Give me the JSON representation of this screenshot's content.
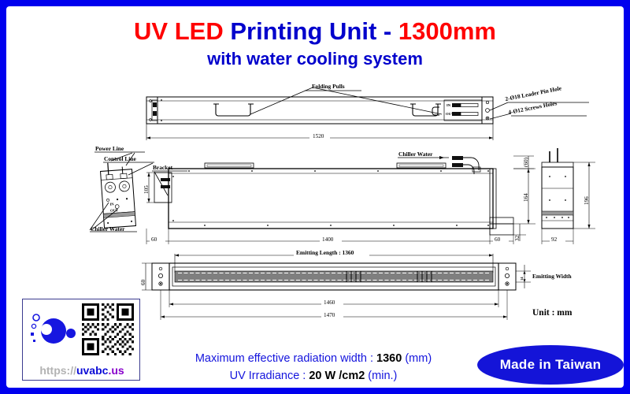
{
  "page": {
    "border_color": "#0000ee",
    "background": "#ffffff"
  },
  "title": {
    "part1": "UV LED ",
    "part2": "Printing Unit - ",
    "part3": "1300mm",
    "subtitle": "with water cooling system",
    "color_red": "#ff0000",
    "color_blue": "#0000cc"
  },
  "drawing": {
    "unit_note": "Unit : mm",
    "top_view": {
      "callout_folding_pulls": "Folding Pulls",
      "callout_leader_pin": "2-Ø18  Leader Pin Hole",
      "callout_screws": "4-Ø12   Screws Holes",
      "dim_length": "1520",
      "port_in": "IN",
      "port_out": "OUT"
    },
    "side_view": {
      "callout_power_line": "Power Line",
      "callout_control_line": "Control Line",
      "callout_bracket": "Bracket",
      "callout_chiller_water_left": "Chiller Water",
      "callout_chiller_water_right": "Chiller Water",
      "dim_height_105": "105",
      "dim_body_1400": "1400",
      "dim_left_60": "60",
      "dim_right_60": "60",
      "dim_paren_60": "(60)",
      "dim_164": "164",
      "dim_32": "32",
      "port_in": "IN",
      "port_out": "OUT"
    },
    "end_view": {
      "dim_196": "196",
      "dim_92": "92"
    },
    "bottom_view": {
      "callout_emitting_length": "Emitting Length : 1360",
      "callout_emitting_width": "Emitting Width",
      "dim_emitting_width": "14",
      "dim_60": "60",
      "dim_1460": "1460",
      "dim_1470": "1470"
    }
  },
  "specs": {
    "line1_label": "Maximum effective radiation width  : ",
    "line1_value": "1360",
    "line1_suffix": " (mm)",
    "line2_label": "UV Irradiance : ",
    "line2_value": "20 W /cm2",
    "line2_suffix": " (min.)"
  },
  "logo_card": {
    "url_scheme": "https://",
    "url_name": "uvabc",
    "url_tld": ".us"
  },
  "badge": {
    "text": "Made  in  Taiwan",
    "fill": "#1414d8",
    "text_color": "#ffffff"
  }
}
